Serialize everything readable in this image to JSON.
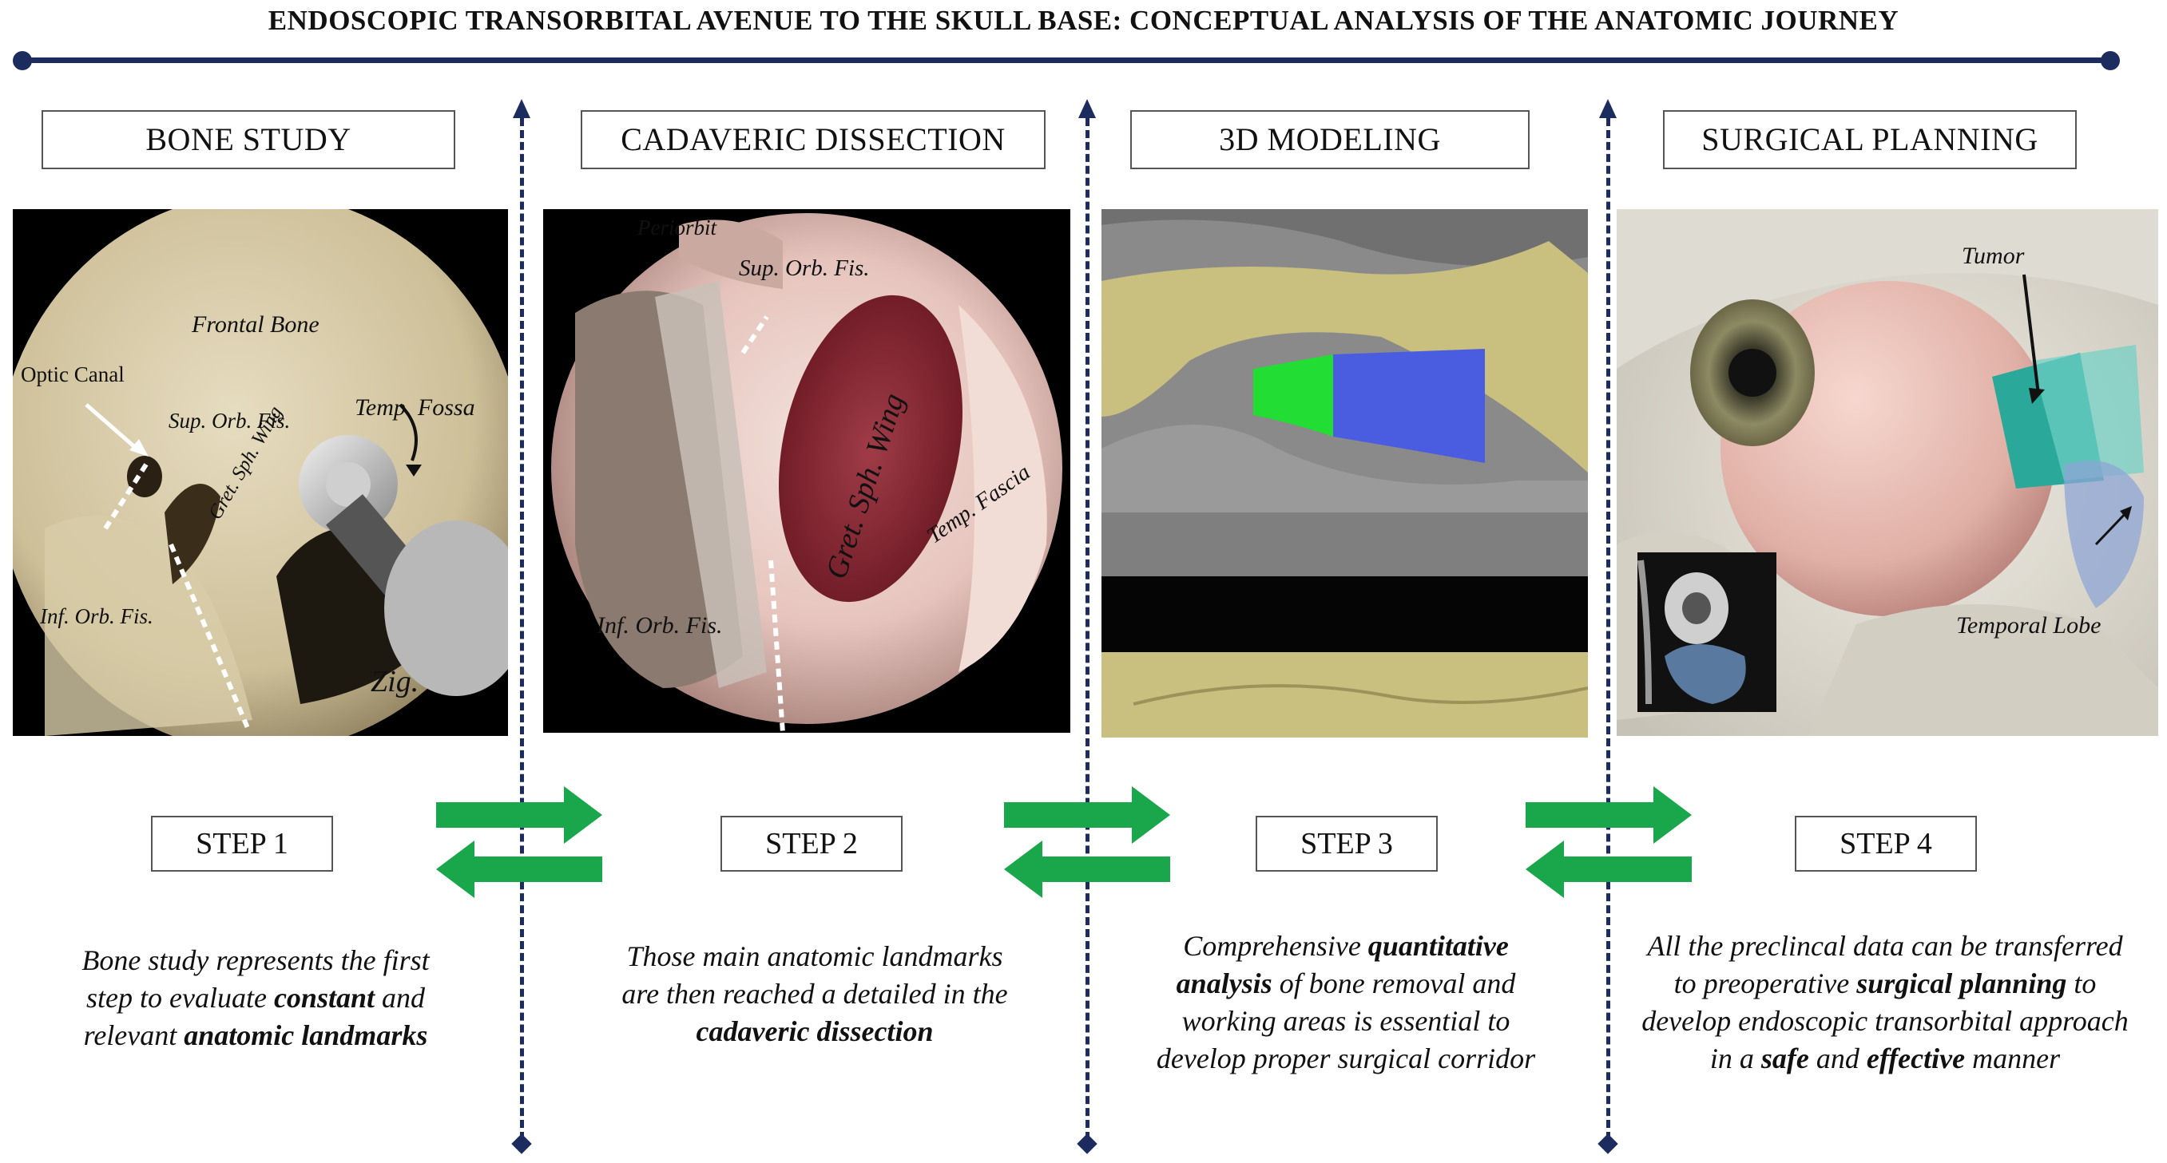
{
  "title": "ENDOSCOPIC TRANSORBITAL AVENUE TO THE SKULL BASE: CONCEPTUAL ANALYSIS OF THE ANATOMIC JOURNEY",
  "colors": {
    "navy": "#1c2c5e",
    "arrow_green": "#1aa64a",
    "model_bone": "#c9bf7e",
    "model_green": "#22dd33",
    "model_blue": "#4a5de0"
  },
  "stages": [
    {
      "label": "BONE STUDY",
      "step": "STEP 1",
      "annotations": [
        "Frontal Bone",
        "Optic Canal",
        "Sup. Orb. Fis.",
        "Temp. Fossa",
        "Gret. Sph. Wing",
        "Inf. Orb. Fis.",
        "Zig."
      ],
      "desc": [
        [
          {
            "t": "Bone study represents the first",
            "b": false
          }
        ],
        [
          {
            "t": "step to evaluate ",
            "b": false
          },
          {
            "t": "constant",
            "b": true
          },
          {
            "t": " and",
            "b": false
          }
        ],
        [
          {
            "t": "relevant ",
            "b": false
          },
          {
            "t": "anatomic landmarks",
            "b": true
          }
        ]
      ]
    },
    {
      "label": "CADAVERIC DISSECTION",
      "step": "STEP 2",
      "annotations": [
        "Periorbit",
        "Sup. Orb. Fis.",
        "Gret. Sph. Wing",
        "Temp. Fascia",
        "Inf. Orb. Fis."
      ],
      "desc": [
        [
          {
            "t": "Those main anatomic landmarks",
            "b": false
          }
        ],
        [
          {
            "t": "are then reached a detailed in the",
            "b": false
          }
        ],
        [
          {
            "t": "cadaveric dissection",
            "b": true
          }
        ]
      ]
    },
    {
      "label": "3D MODELING",
      "step": "STEP 3",
      "annotations": [],
      "desc": [
        [
          {
            "t": "Comprehensive ",
            "b": false
          },
          {
            "t": "quantitative",
            "b": true
          }
        ],
        [
          {
            "t": "analysis",
            "b": true
          },
          {
            "t": " of bone removal and",
            "b": false
          }
        ],
        [
          {
            "t": "working areas is essential to",
            "b": false
          }
        ],
        [
          {
            "t": "develop proper surgical corridor",
            "b": false
          }
        ]
      ]
    },
    {
      "label": "SURGICAL PLANNING",
      "step": "STEP 4",
      "annotations": [
        "Tumor",
        "Temporal Lobe"
      ],
      "desc": [
        [
          {
            "t": "All the preclincal data can be transferred",
            "b": false
          }
        ],
        [
          {
            "t": "to preoperative ",
            "b": false
          },
          {
            "t": "surgical planning",
            "b": true
          },
          {
            "t": " to",
            "b": false
          }
        ],
        [
          {
            "t": "develop endoscopic transorbital approach",
            "b": false
          }
        ],
        [
          {
            "t": "in a ",
            "b": false
          },
          {
            "t": "safe",
            "b": true
          },
          {
            "t": " and ",
            "b": false
          },
          {
            "t": "effective",
            "b": true
          },
          {
            "t": " manner",
            "b": false
          }
        ]
      ]
    }
  ]
}
